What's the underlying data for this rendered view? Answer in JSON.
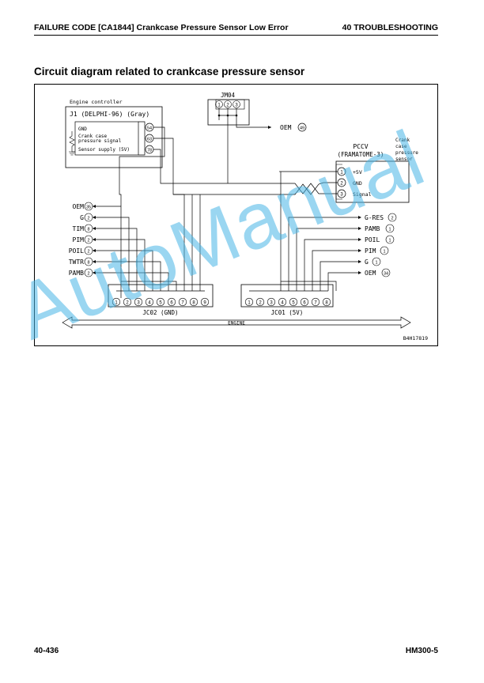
{
  "header": {
    "left": "FAILURE CODE [CA1844] Crankcase Pressure Sensor Low Error",
    "right": "40 TROUBLESHOOTING"
  },
  "section_title": "Circuit diagram related to crankcase pressure sensor",
  "diagram": {
    "engine_controller": {
      "title": "Engine controller",
      "connector": "J1 (DELPHI-96) (Gray)",
      "pins": [
        {
          "label": "GND",
          "pin": "54"
        },
        {
          "label_line1": "Crank case",
          "label_line2": "pressure signal",
          "pin": "63"
        },
        {
          "label": "Sensor supply (5V)",
          "pin": "78"
        }
      ]
    },
    "jm04": {
      "title": "JM04",
      "pins": [
        "1",
        "2",
        "3"
      ]
    },
    "oem_top": {
      "label": "OEM",
      "pin": "49"
    },
    "pccv": {
      "title": "PCCV",
      "subtitle": "(FRAMATOME-3)",
      "side_label": [
        "Crank",
        "case",
        "pressure",
        "sensor"
      ],
      "pins": [
        {
          "pin": "1",
          "label": "+5V"
        },
        {
          "pin": "2",
          "label": "GND"
        },
        {
          "pin": "3",
          "label": "Signal"
        }
      ]
    },
    "left_outputs": [
      {
        "label": "OEM",
        "pin": "35"
      },
      {
        "label": "G",
        "pin": "2"
      },
      {
        "label": "TIM",
        "pin": "8"
      },
      {
        "label": "PIM",
        "pin": "2"
      },
      {
        "label": "POIL",
        "pin": "2"
      },
      {
        "label": "TWTR",
        "pin": "8"
      },
      {
        "label": "PAMB",
        "pin": "2"
      }
    ],
    "right_outputs": [
      {
        "label": "G-RES",
        "pin": "2"
      },
      {
        "label": "PAMB",
        "pin": "1"
      },
      {
        "label": "POIL",
        "pin": "1"
      },
      {
        "label": "PIM",
        "pin": "1"
      },
      {
        "label": "G",
        "pin": "1"
      },
      {
        "label": "OEM",
        "pin": "34"
      }
    ],
    "jc02": {
      "label": "JC02 (GND)",
      "pins": [
        "1",
        "2",
        "3",
        "4",
        "5",
        "6",
        "7",
        "8",
        "9"
      ]
    },
    "jc01": {
      "label": "JC01 (5V)",
      "pins": [
        "1",
        "2",
        "3",
        "4",
        "5",
        "6",
        "7",
        "8"
      ]
    },
    "engine_label": "ENGINE",
    "figure_id": "B4H17819"
  },
  "watermark": "AutoManual",
  "footer": {
    "left": "40-436",
    "right": "HM300-5"
  }
}
